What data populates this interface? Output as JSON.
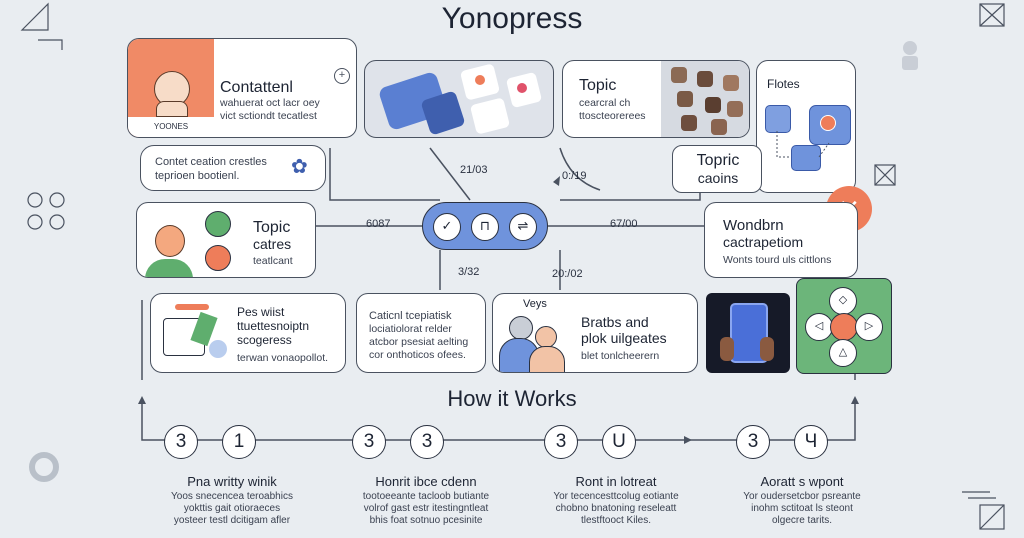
{
  "page": {
    "title": "Yonopress",
    "how_it_works": "How it Works"
  },
  "cards": {
    "contattenl": {
      "badge": "YOONES",
      "title": "Contattenl",
      "lines": [
        "wahuerat oct lacr oey",
        "vict sctiondt tecatlest"
      ]
    },
    "topic_top": {
      "title": "Topic",
      "lines": [
        "cearcral ch",
        "ttoscteorerees"
      ]
    },
    "flotes": {
      "title": "Flotes"
    },
    "content_creation": {
      "lines": [
        "Contet ceation crestles",
        "teprioen bootienl."
      ]
    },
    "topic_caoins": {
      "title": "Topric",
      "title2": "caoins"
    },
    "topic_catres": {
      "title": "Topic",
      "title2": "catres",
      "sub": "teatlcant"
    },
    "wondbrn": {
      "title": "Wondbrn",
      "title2": "cactrapetiom",
      "sub": "Wonts tourd uls cittlons"
    },
    "pes_wiist": {
      "lines_title": [
        "Pes wiist",
        "ttuettesnoiptn",
        "scogeress"
      ],
      "sub": "terwan vonaopollot."
    },
    "caticnl": {
      "lines": [
        "Caticnl tcepiatisk",
        "lociatiolorat relder",
        "atcbor psesiat aelting",
        "cor onthoticos ofees."
      ]
    },
    "bratbs": {
      "tag": "Veys",
      "title": "Bratbs and",
      "title2": "plok uilgeates",
      "sub": "blet tonlcheerern"
    }
  },
  "connectors": {
    "label_top_left": "21/03",
    "label_top_right": "0:/19",
    "label_left": "6087",
    "label_right": "67/00",
    "label_bottom_left": "3/32",
    "label_bottom_right": "20:/02"
  },
  "steps": [
    {
      "n1": "3",
      "n2": "1",
      "title": "Pna writty winik",
      "desc": [
        "Yoos snecencea teroabhics",
        "yokttis gait otioraeces",
        "yosteer testl dcitigam afler"
      ]
    },
    {
      "n1": "3",
      "n2": "3",
      "title": "Honrit ibce cdenn",
      "desc": [
        "tootoeeante tacloob butiante",
        "volrof gast estr itestingntleat",
        "bhis foat sotnuo pcesinite"
      ]
    },
    {
      "n1": "3",
      "n2": "U",
      "title": "Ront in lotreat",
      "desc": [
        "Yor tecencesttcolug eotiante",
        "chobno bnatoning reseleatt",
        "tlestftooct Kiles."
      ]
    },
    {
      "n1": "3",
      "n2": "Ч",
      "title": "Aoratt s wpont",
      "desc": [
        "Yor oudersetcbor psreante",
        "inohm sctitoat ls steont",
        "olgecre tarits."
      ]
    }
  ],
  "colors": {
    "accent_orange": "#ee7d5a",
    "accent_blue": "#6f93dc",
    "accent_green": "#5fae6e",
    "line": "#4a5260"
  }
}
